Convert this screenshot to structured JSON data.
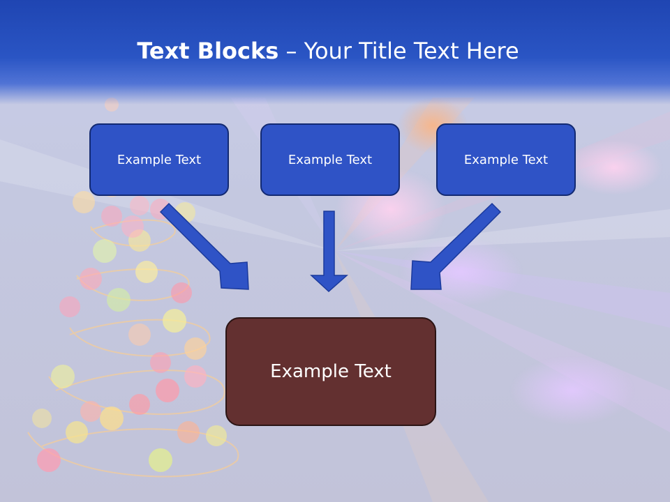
{
  "slide": {
    "title_bold": "Text Blocks",
    "title_dash": " – ",
    "title_rest": "Your Title Text Here"
  },
  "blocks": {
    "top": [
      "Example Text",
      "Example Text",
      "Example Text"
    ],
    "bottom": "Example Text"
  },
  "colors": {
    "title_band": "#2a55c4",
    "top_block_fill": "#2f53c6",
    "top_block_border": "#132a72",
    "bottom_block_fill": "#633030",
    "arrow_fill": "#2f53c6"
  }
}
